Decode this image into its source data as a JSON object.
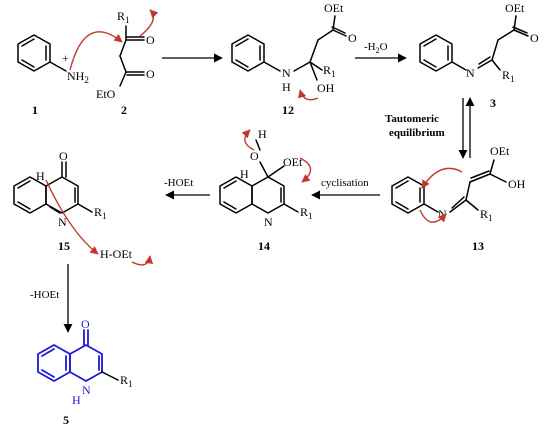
{
  "compounds": {
    "c1": {
      "number": "1",
      "nh2": "NH",
      "nh2_sub": "2",
      "charge": "+"
    },
    "c2": {
      "number": "2",
      "r1": "R",
      "r1_sub": "1",
      "ester": "EtO"
    },
    "c12": {
      "number": "12",
      "oet": "OEt",
      "nh": "N",
      "h": "H",
      "r1": "R",
      "r1_sub": "1",
      "oh": "OH"
    },
    "c3": {
      "number": "3",
      "oet": "OEt",
      "n": "N",
      "r1": "R",
      "r1_sub": "1"
    },
    "c13": {
      "number": "13",
      "oet": "OEt",
      "oh": "OH",
      "n": "N",
      "r1": "R",
      "r1_sub": "1"
    },
    "c14": {
      "number": "14",
      "h_top": "H",
      "o": "O",
      "oet": "OEt",
      "h": "H",
      "n": "N",
      "r1": "R",
      "r1_sub": "1"
    },
    "c15": {
      "number": "15",
      "o": "O",
      "h": "H",
      "n": "N",
      "r1": "R",
      "r1_sub": "1",
      "hoet": "H-OEt"
    },
    "c5": {
      "number": "5",
      "o": "O",
      "nh_n": "N",
      "nh_h": "H",
      "r1": "R",
      "r1_sub": "1"
    }
  },
  "conditions": {
    "dehydration": "-H",
    "dehydration_sub": "2",
    "dehydration_tail": "O",
    "tautomeric_1": "Tautomeric",
    "tautomeric_2": "equilibrium",
    "cyclisation": "cyclisation",
    "elim_1": "-HOEt",
    "elim_2": "-HOEt"
  },
  "colors": {
    "product": "#1a1adc",
    "mechanism_arrow": "#c0392b"
  }
}
